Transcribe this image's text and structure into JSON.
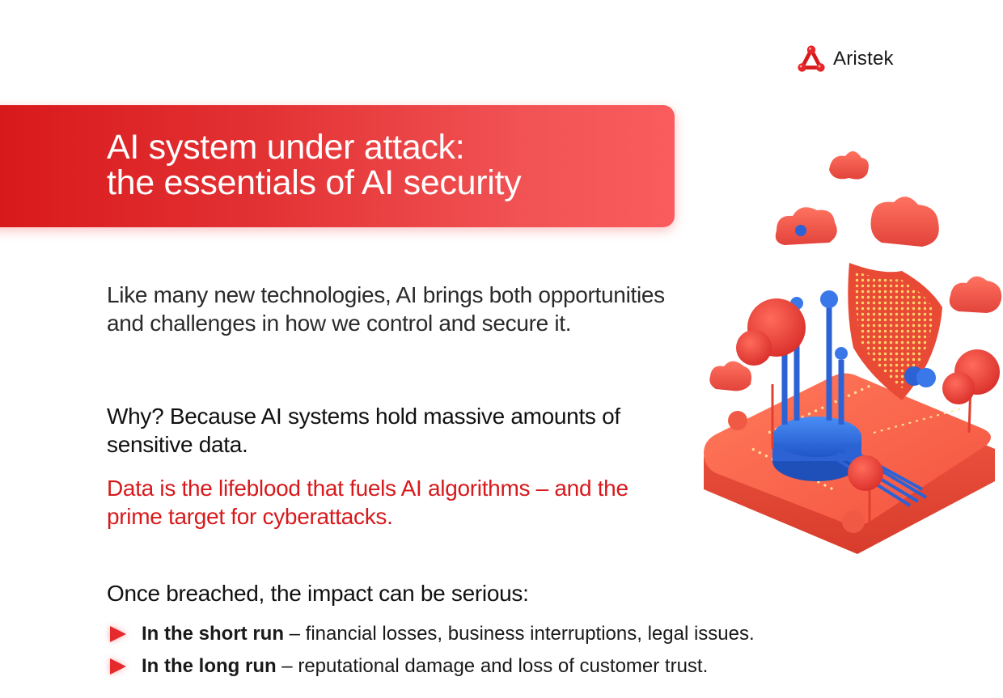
{
  "brand": {
    "name": "Aristek",
    "logo_icon": "triangle-nodes-icon",
    "accent_color": "#d7191c"
  },
  "banner": {
    "title_line1": "AI system under attack:",
    "title_line2": "the essentials of AI security",
    "gradient_start": "#d8181b",
    "gradient_end": "#fa5c5e"
  },
  "body": {
    "paragraph1": "Like many new technologies, AI brings both opportunities and challenges in how we control and secure it.",
    "paragraph2": "Why? Because AI systems hold massive amounts of sensitive data.",
    "highlight": "Data is the lifeblood that fuels AI algorithms – and the prime target for cyberattacks.",
    "intro_list": "Once breached, the impact can be serious:"
  },
  "bullets": [
    {
      "icon": "triangle-bullet-icon",
      "term": "In the short run",
      "text": " – financial losses, business interruptions, legal issues."
    },
    {
      "icon": "triangle-bullet-icon",
      "term": "In the long run",
      "text": " – reputational damage and loss of customer trust."
    }
  ],
  "illustration": {
    "description": "isometric AI security platform with shield, clouds, trees and blue data circuits",
    "primary_color": "#f0604a",
    "secondary_color": "#2f6fe0"
  }
}
